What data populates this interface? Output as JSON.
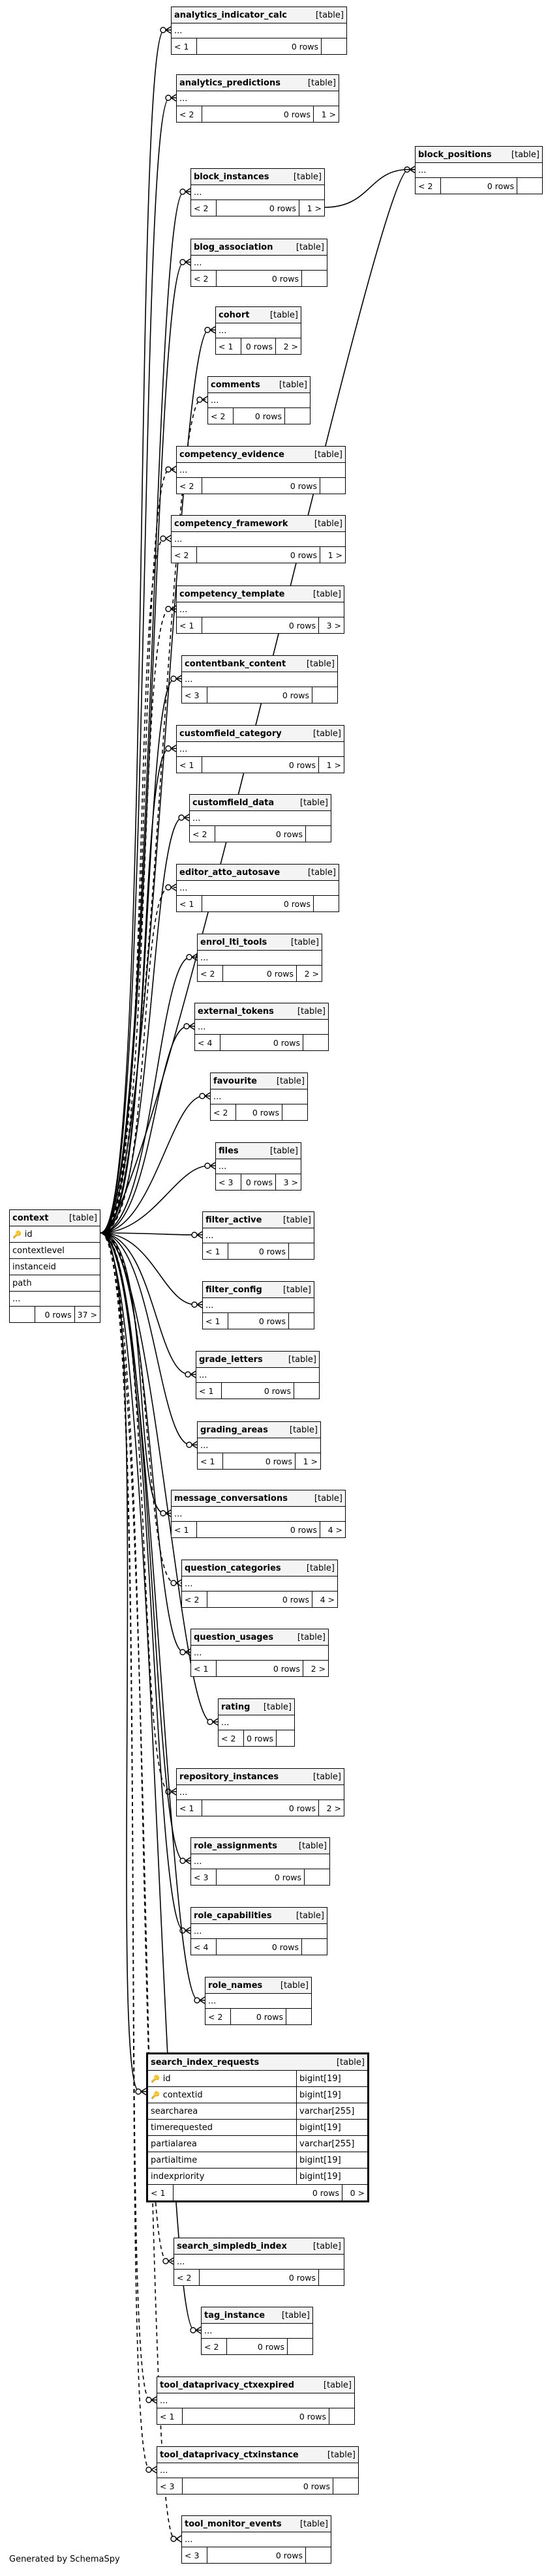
{
  "footer_text": "Generated by SchemaSpy",
  "center": {
    "name": "context",
    "tag": "[table]",
    "columns": [
      {
        "name": "id",
        "key": "pk"
      },
      {
        "name": "contextlevel"
      },
      {
        "name": "instanceid"
      },
      {
        "name": "path"
      }
    ],
    "ellipsis": "...",
    "footer": {
      "left": "",
      "mid": "0 rows",
      "right": "37 >"
    }
  },
  "focus": {
    "name": "search_index_requests",
    "tag": "[table]",
    "columns": [
      {
        "name": "id",
        "type": "bigint[19]",
        "key": "pk"
      },
      {
        "name": "contextid",
        "type": "bigint[19]",
        "key": "fk"
      },
      {
        "name": "searcharea",
        "type": "varchar[255]"
      },
      {
        "name": "timerequested",
        "type": "bigint[19]"
      },
      {
        "name": "partialarea",
        "type": "varchar[255]"
      },
      {
        "name": "partialtime",
        "type": "bigint[19]"
      },
      {
        "name": "indexpriority",
        "type": "bigint[19]"
      }
    ],
    "footer": {
      "left": "< 1",
      "mid": "0 rows",
      "right": "0 >"
    }
  },
  "block_positions": {
    "name": "block_positions",
    "tag": "[table]",
    "ellipsis": "...",
    "footer": {
      "left": "< 2",
      "mid": "0 rows",
      "right": ""
    }
  },
  "tables": [
    {
      "name": "analytics_indicator_calc",
      "tag": "[table]",
      "ellipsis": "...",
      "footer": {
        "left": "< 1",
        "mid": "0 rows",
        "right": ""
      }
    },
    {
      "name": "analytics_predictions",
      "tag": "[table]",
      "ellipsis": "...",
      "footer": {
        "left": "< 2",
        "mid": "0 rows",
        "right": "1 >"
      }
    },
    {
      "name": "block_instances",
      "tag": "[table]",
      "ellipsis": "...",
      "footer": {
        "left": "< 2",
        "mid": "0 rows",
        "right": "1 >"
      }
    },
    {
      "name": "blog_association",
      "tag": "[table]",
      "ellipsis": "...",
      "footer": {
        "left": "< 2",
        "mid": "0 rows",
        "right": ""
      }
    },
    {
      "name": "cohort",
      "tag": "[table]",
      "ellipsis": "...",
      "footer": {
        "left": "< 1",
        "mid": "0 rows",
        "right": "2 >"
      }
    },
    {
      "name": "comments",
      "tag": "[table]",
      "ellipsis": "...",
      "footer": {
        "left": "< 2",
        "mid": "0 rows",
        "right": ""
      }
    },
    {
      "name": "competency_evidence",
      "tag": "[table]",
      "ellipsis": "...",
      "footer": {
        "left": "< 2",
        "mid": "0 rows",
        "right": ""
      }
    },
    {
      "name": "competency_framework",
      "tag": "[table]",
      "ellipsis": "...",
      "footer": {
        "left": "< 2",
        "mid": "0 rows",
        "right": "1 >"
      }
    },
    {
      "name": "competency_template",
      "tag": "[table]",
      "ellipsis": "...",
      "footer": {
        "left": "< 1",
        "mid": "0 rows",
        "right": "3 >"
      }
    },
    {
      "name": "contentbank_content",
      "tag": "[table]",
      "ellipsis": "...",
      "footer": {
        "left": "< 3",
        "mid": "0 rows",
        "right": ""
      }
    },
    {
      "name": "customfield_category",
      "tag": "[table]",
      "ellipsis": "...",
      "footer": {
        "left": "< 1",
        "mid": "0 rows",
        "right": "1 >"
      }
    },
    {
      "name": "customfield_data",
      "tag": "[table]",
      "ellipsis": "...",
      "footer": {
        "left": "< 2",
        "mid": "0 rows",
        "right": ""
      }
    },
    {
      "name": "editor_atto_autosave",
      "tag": "[table]",
      "ellipsis": "...",
      "footer": {
        "left": "< 1",
        "mid": "0 rows",
        "right": ""
      }
    },
    {
      "name": "enrol_lti_tools",
      "tag": "[table]",
      "ellipsis": "...",
      "footer": {
        "left": "< 2",
        "mid": "0 rows",
        "right": "2 >"
      }
    },
    {
      "name": "external_tokens",
      "tag": "[table]",
      "ellipsis": "...",
      "footer": {
        "left": "< 4",
        "mid": "0 rows",
        "right": ""
      }
    },
    {
      "name": "favourite",
      "tag": "[table]",
      "ellipsis": "...",
      "footer": {
        "left": "< 2",
        "mid": "0 rows",
        "right": ""
      }
    },
    {
      "name": "files",
      "tag": "[table]",
      "ellipsis": "...",
      "footer": {
        "left": "< 3",
        "mid": "0 rows",
        "right": "3 >"
      }
    },
    {
      "name": "filter_active",
      "tag": "[table]",
      "ellipsis": "...",
      "footer": {
        "left": "< 1",
        "mid": "0 rows",
        "right": ""
      }
    },
    {
      "name": "filter_config",
      "tag": "[table]",
      "ellipsis": "...",
      "footer": {
        "left": "< 1",
        "mid": "0 rows",
        "right": ""
      }
    },
    {
      "name": "grade_letters",
      "tag": "[table]",
      "ellipsis": "...",
      "footer": {
        "left": "< 1",
        "mid": "0 rows",
        "right": ""
      }
    },
    {
      "name": "grading_areas",
      "tag": "[table]",
      "ellipsis": "...",
      "footer": {
        "left": "< 1",
        "mid": "0 rows",
        "right": "1 >"
      }
    },
    {
      "name": "message_conversations",
      "tag": "[table]",
      "ellipsis": "...",
      "footer": {
        "left": "< 1",
        "mid": "0 rows",
        "right": "4 >"
      }
    },
    {
      "name": "question_categories",
      "tag": "[table]",
      "ellipsis": "...",
      "footer": {
        "left": "< 2",
        "mid": "0 rows",
        "right": "4 >"
      }
    },
    {
      "name": "question_usages",
      "tag": "[table]",
      "ellipsis": "...",
      "footer": {
        "left": "< 1",
        "mid": "0 rows",
        "right": "2 >"
      }
    },
    {
      "name": "rating",
      "tag": "[table]",
      "ellipsis": "...",
      "footer": {
        "left": "< 2",
        "mid": "0 rows",
        "right": ""
      }
    },
    {
      "name": "repository_instances",
      "tag": "[table]",
      "ellipsis": "...",
      "footer": {
        "left": "< 1",
        "mid": "0 rows",
        "right": "2 >"
      }
    },
    {
      "name": "role_assignments",
      "tag": "[table]",
      "ellipsis": "...",
      "footer": {
        "left": "< 3",
        "mid": "0 rows",
        "right": ""
      }
    },
    {
      "name": "role_capabilities",
      "tag": "[table]",
      "ellipsis": "...",
      "footer": {
        "left": "< 4",
        "mid": "0 rows",
        "right": ""
      }
    },
    {
      "name": "role_names",
      "tag": "[table]",
      "ellipsis": "...",
      "footer": {
        "left": "< 2",
        "mid": "0 rows",
        "right": ""
      }
    },
    {
      "name": "search_simpledb_index",
      "tag": "[table]",
      "ellipsis": "...",
      "footer": {
        "left": "< 2",
        "mid": "0 rows",
        "right": ""
      }
    },
    {
      "name": "tag_instance",
      "tag": "[table]",
      "ellipsis": "...",
      "footer": {
        "left": "< 2",
        "mid": "0 rows",
        "right": ""
      }
    },
    {
      "name": "tool_dataprivacy_ctxexpired",
      "tag": "[table]",
      "ellipsis": "...",
      "footer": {
        "left": "< 1",
        "mid": "0 rows",
        "right": ""
      }
    },
    {
      "name": "tool_dataprivacy_ctxinstance",
      "tag": "[table]",
      "ellipsis": "...",
      "footer": {
        "left": "< 3",
        "mid": "0 rows",
        "right": ""
      }
    },
    {
      "name": "tool_monitor_events",
      "tag": "[table]",
      "ellipsis": "...",
      "footer": {
        "left": "< 3",
        "mid": "0 rows",
        "right": ""
      }
    }
  ]
}
